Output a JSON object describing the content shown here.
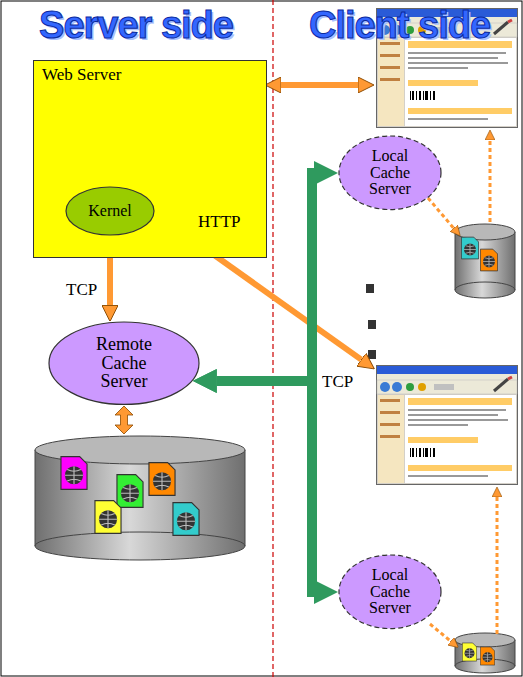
{
  "diagram": {
    "nodes": [
      {
        "text": [
          "Web Server"
        ]
      },
      {
        "text": [
          "Kernel"
        ],
        "in": 0
      },
      {
        "text": [
          "Remote Cache Server"
        ]
      },
      {
        "text": [
          "Local Cache Server"
        ]
      },
      {
        "text": [
          "Local Cache Server"
        ]
      }
    ],
    "edges": [
      {
        "from": 1,
        "to": 2,
        "arrow": "both",
        "label": "TCP"
      },
      {
        "from": 2,
        "to": 3,
        "arrow": "both",
        "label": "TCP"
      },
      {
        "from": 2,
        "to": 4,
        "arrow": "both"
      }
    ],
    "labels": [
      "Server side",
      "Client side",
      "HTTP"
    ]
  }
}
